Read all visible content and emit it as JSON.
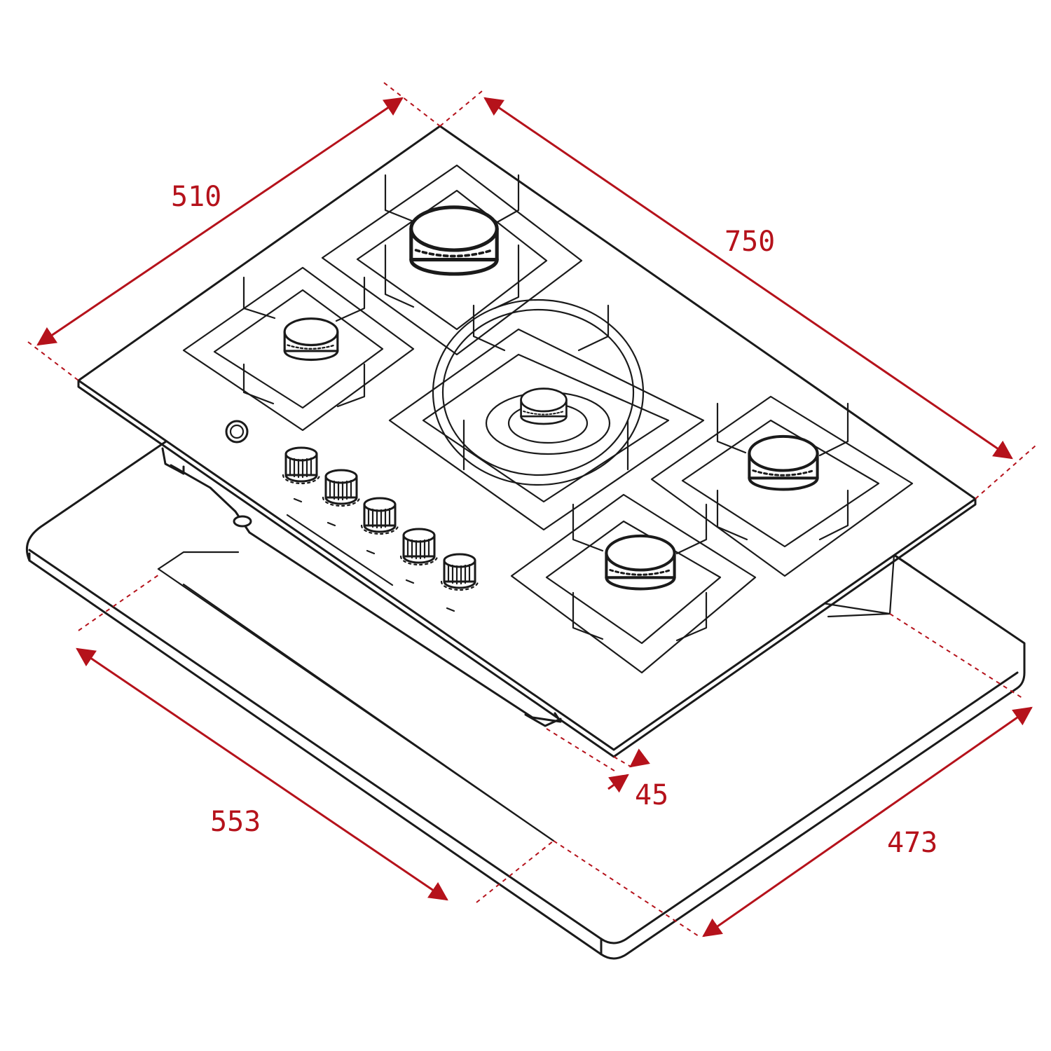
{
  "diagram": {
    "dimensions": [
      {
        "id": "depth_top",
        "value": "510"
      },
      {
        "id": "width_top",
        "value": "750"
      },
      {
        "id": "thickness",
        "value": "45"
      },
      {
        "id": "cutout_width",
        "value": "553"
      },
      {
        "id": "cutout_depth",
        "value": "473"
      }
    ],
    "colors": {
      "dimension": "#b5121b",
      "outline": "#1a1a1a",
      "background": "#ffffff"
    },
    "burners": 5,
    "knobs": 5
  }
}
